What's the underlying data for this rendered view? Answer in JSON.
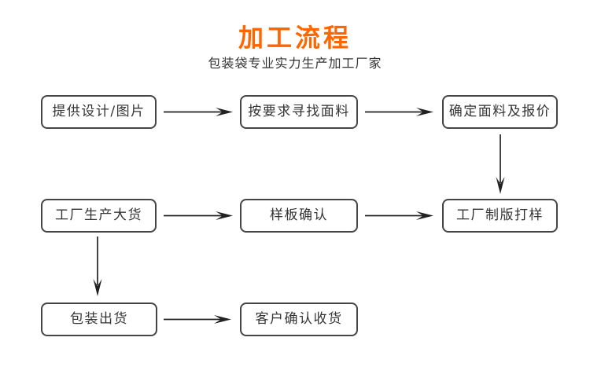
{
  "title": "加工流程",
  "subtitle": "包装袋专业实力生产加工厂家",
  "colors": {
    "accent": "#ff6600",
    "text": "#333333",
    "box_border": "#454545",
    "arrow": "#222222",
    "background": "#ffffff"
  },
  "nodes": {
    "n1": {
      "label": "提供设计/图片"
    },
    "n2": {
      "label": "按要求寻找面料"
    },
    "n3": {
      "label": "确定面料及报价"
    },
    "n4": {
      "label": "工厂生产大货"
    },
    "n5": {
      "label": "样板确认"
    },
    "n6": {
      "label": "工厂制版打样"
    },
    "n7": {
      "label": "包装出货"
    },
    "n8": {
      "label": "客户确认收货"
    }
  },
  "edges": [
    {
      "from": "提供设计/图片",
      "to": "按要求寻找面料",
      "direction": "right"
    },
    {
      "from": "按要求寻找面料",
      "to": "确定面料及报价",
      "direction": "right"
    },
    {
      "from": "确定面料及报价",
      "to": "工厂制版打样",
      "direction": "down"
    },
    {
      "from": "工厂生产大货",
      "to": "样板确认",
      "direction": "right"
    },
    {
      "from": "样板确认",
      "to": "工厂制版打样",
      "direction": "right"
    },
    {
      "from": "工厂生产大货",
      "to": "包装出货",
      "direction": "down"
    },
    {
      "from": "包装出货",
      "to": "客户确认收货",
      "direction": "right"
    }
  ]
}
